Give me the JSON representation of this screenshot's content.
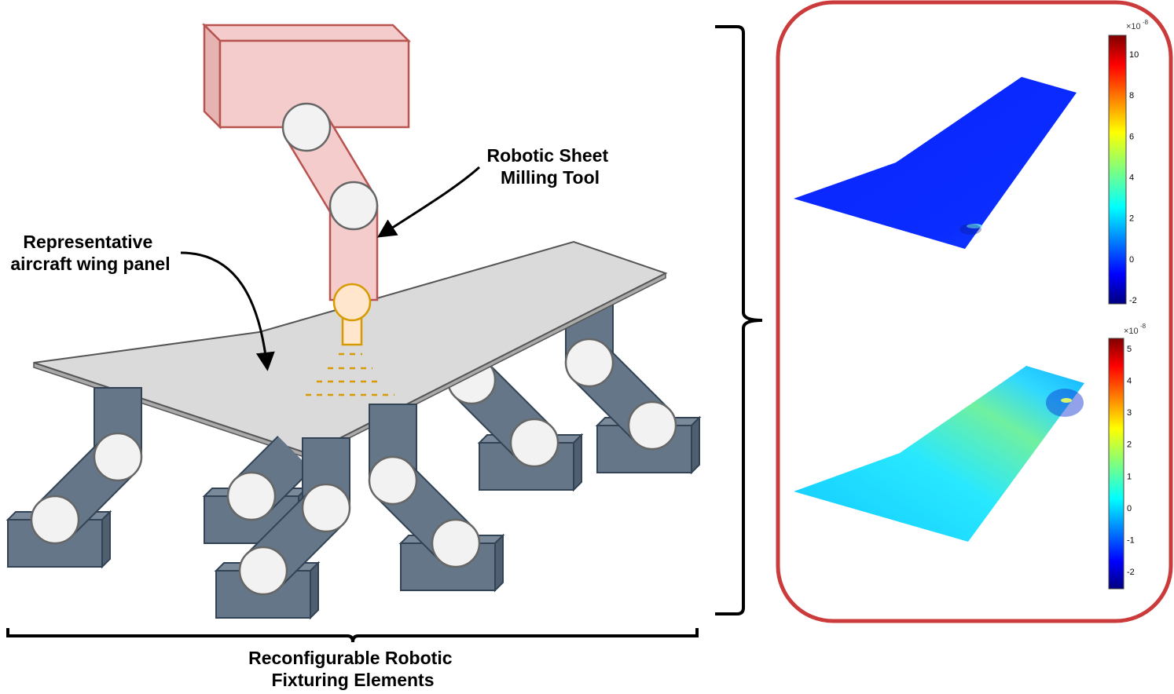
{
  "labels": {
    "milling_tool": [
      "Robotic Sheet",
      "Milling Tool"
    ],
    "wing_panel": [
      "Representative",
      "aircraft wing panel"
    ],
    "fixturing": [
      "Reconfigurable Robotic",
      "Fixturing Elements"
    ]
  },
  "colorbars": [
    {
      "multiplier": "×10",
      "exponent": "-8",
      "ticks": [
        "10",
        "8",
        "6",
        "4",
        "2",
        "0",
        "-2"
      ]
    },
    {
      "multiplier": "×10",
      "exponent": "-8",
      "ticks": [
        "5",
        "4",
        "3",
        "2",
        "1",
        "0",
        "-1",
        "-2"
      ]
    }
  ],
  "colors": {
    "robot_fill": "#f5cccc",
    "robot_stroke": "#b85450",
    "tool": "#d79b00",
    "fixture_fill": "#647687",
    "fixture_stroke": "#314354",
    "panel_fill": "#dadada",
    "results_border": "#cc3b3b"
  }
}
